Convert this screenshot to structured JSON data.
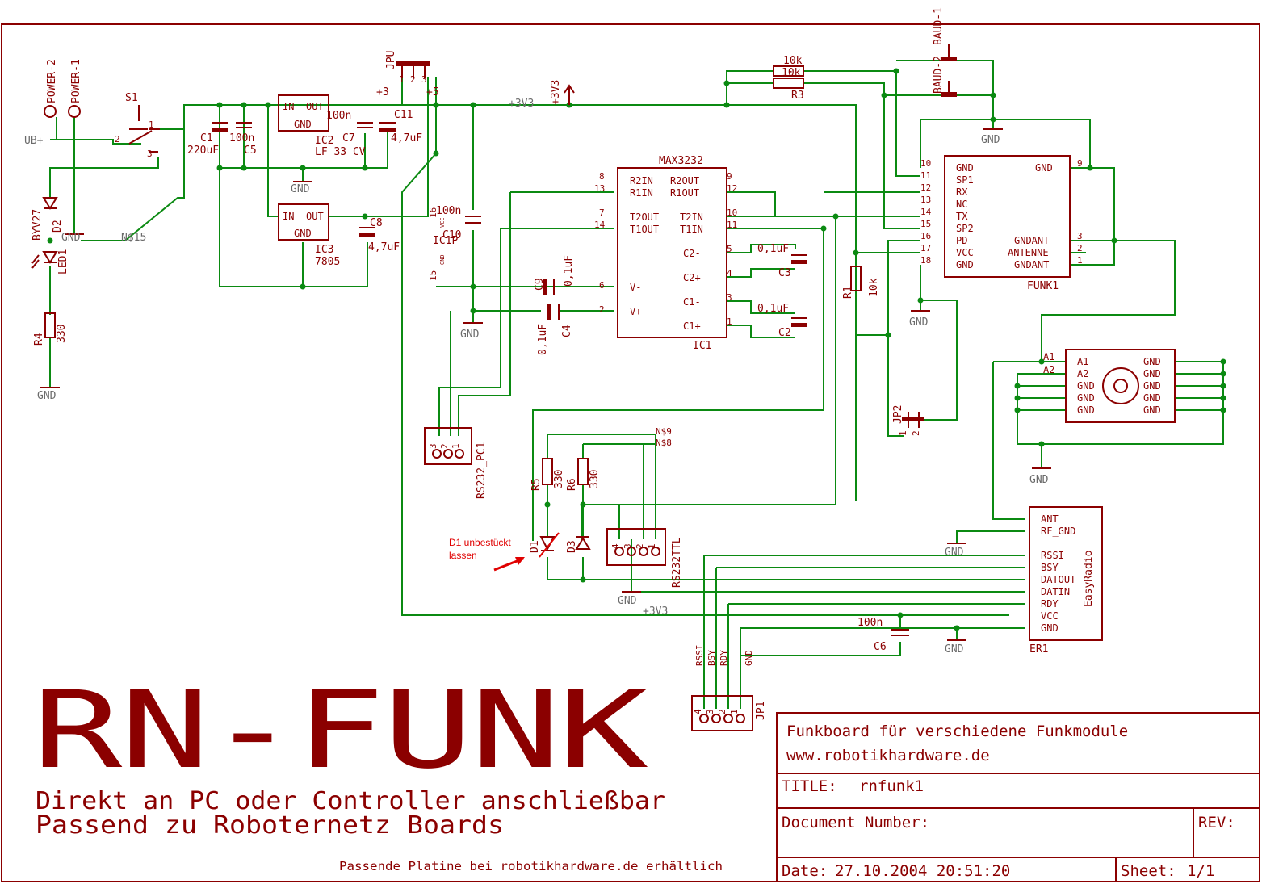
{
  "frame": {
    "company_line": "Funkboard für verschiedene Funkmodule",
    "url_line": "www.robotikhardware.de",
    "title_label": "TITLE:",
    "title_value": "rnfunk1",
    "doc_label": "Document Number:",
    "rev_label": "REV:",
    "date_label": "Date:",
    "date_value": "27.10.2004 20:51:20",
    "sheet_label": "Sheet:",
    "sheet_value": "1/1"
  },
  "banner": {
    "title": "RN-FUNK",
    "line1": "Direkt an PC oder Controller anschließbar",
    "line2": "Passend zu Roboternetz Boards",
    "footer": "Passende Platine bei robotikhardware.de erhältlich"
  },
  "note": {
    "line1": "D1 unbestückt",
    "line2": "lassen"
  },
  "labels": {
    "power2": "POWER-2",
    "power1": "POWER-1",
    "ub": "UB+",
    "s1": "S1",
    "gnd": "GND",
    "ns15": "N$15",
    "byv27": "BYV27",
    "d2": "D2",
    "led1": "LED1",
    "r4": "R4",
    "r4v": "330",
    "c1": "C1",
    "c1v": "220uF",
    "c5v": "100n",
    "c5": "C5",
    "ic2_in": "IN",
    "ic2_out": "OUT",
    "ic2_gnd": "GND",
    "ic2": "IC2",
    "ic2v": "LF 33 CV",
    "c7v": "100n",
    "c7": "C7",
    "c11": "C11",
    "c11v": "4,7uF",
    "ic3_in": "IN",
    "ic3_out": "OUT",
    "ic3_gnd": "GND",
    "ic3": "IC3",
    "ic3v": "7805",
    "c8": "C8",
    "c8v": "4,7uF",
    "jpu": "JPU",
    "p3": "+3",
    "p5": "+5",
    "v3u3": "+3V3",
    "v3u3b": "+3V3",
    "max": "MAX3232",
    "ic1": "IC1",
    "r2in": "R2IN",
    "r1in": "R1IN",
    "t2out": "T2OUT",
    "t1out": "T1OUT",
    "r2out": "R2OUT",
    "r1out": "R1OUT",
    "t2in": "T2IN",
    "t1in": "T1IN",
    "c2m": "C2-",
    "c2p": "C2+",
    "c1m": "C1-",
    "c1p": "C1+",
    "vm": "V-",
    "vp": "V+",
    "p8": "8",
    "p13": "13",
    "p7": "7",
    "p14": "14",
    "p6": "6",
    "p2": "2",
    "p9": "9",
    "p12": "12",
    "p10": "10",
    "p11": "11",
    "p5n": "5",
    "p4": "4",
    "p3n": "3",
    "p1": "1",
    "ic1p": "IC1P",
    "p16": "16",
    "p15": "15",
    "vcc": "VCC",
    "gndp": "GND",
    "c10v": "100n",
    "c10": "C10",
    "c9": "C9",
    "c9v": "0,1uF",
    "c4": "C4",
    "c4v": "0,1uF",
    "c3": "C3",
    "c3v": "0,1uF",
    "c2": "C2",
    "c2v": "0,1uF",
    "r3v": "10k",
    "r3": "R3",
    "r10": "10k",
    "baud1": "BAUD-1",
    "baud2": "BAUD-2",
    "funk1": "FUNK1",
    "f_gnd": "GND",
    "f_sp1": "SP1",
    "f_rx": "RX",
    "f_nc": "NC",
    "f_tx": "TX",
    "f_sp2": "SP2",
    "f_pd": "PD",
    "f_vcc": "VCC",
    "f_gnd2": "GND",
    "f_gndr": "GND",
    "f_gndant": "GNDANT",
    "f_antenne": "ANTENNE",
    "f_gndant2": "GNDANT",
    "fp10": "10",
    "fp11": "11",
    "fp12": "12",
    "fp13": "13",
    "fp14": "14",
    "fp15": "15",
    "fp16": "16",
    "fp17": "17",
    "fp18": "18",
    "fp9": "9",
    "fp3": "3",
    "fp2": "2",
    "fp1": "1",
    "r1": "R1",
    "r1v": "10k",
    "jp2": "JP2",
    "a1": "A1",
    "a2": "A2",
    "rs232pc": "RS232_PC1",
    "rs232ttl": "RS232TTL",
    "ns9": "N$9",
    "ns8": "N$8",
    "r5": "R5",
    "r5v": "330",
    "r6": "R6",
    "r6v": "330",
    "d1": "D1",
    "d3": "D3",
    "er1": "ER1",
    "easy": "EasyRadio",
    "e_ant": "ANT",
    "e_rfgnd": "RF_GND",
    "e_rssi": "RSSI",
    "e_bsy": "BSY",
    "e_datout": "DATOUT",
    "e_datin": "DATIN",
    "e_rdy": "RDY",
    "e_vcc": "VCC",
    "e_gnd": "GND",
    "c6": "C6",
    "c6v": "100n",
    "jp1": "JP1",
    "jp_rssi": "RSSI",
    "jp_bsy": "BSY",
    "jp_rdy": "RDY",
    "jp_gnd": "GND"
  }
}
